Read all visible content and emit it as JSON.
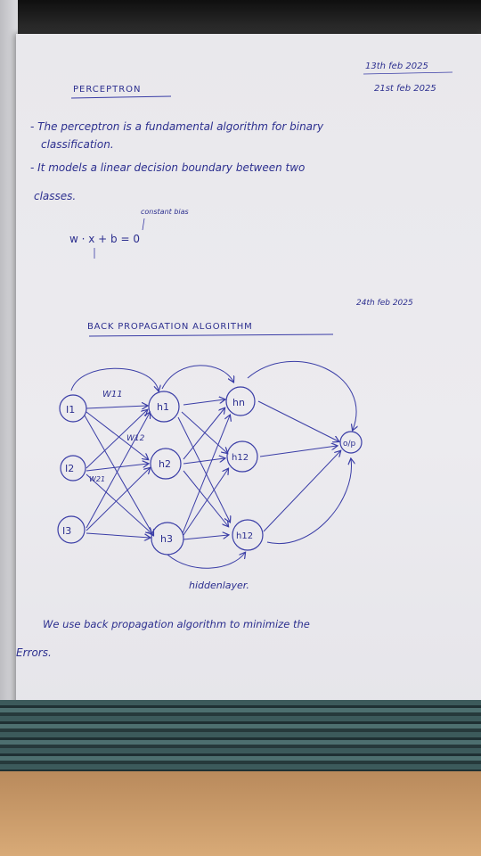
{
  "dates": {
    "first": "13th feb 2025",
    "second": "21st feb 2025",
    "third": "24th feb 2025"
  },
  "heading": "PERCEPTRON",
  "lines": {
    "line1": "- The perceptron is a fundamental algorithm for binary",
    "line2": "classification.",
    "line3": "- It models a linear decision boundary between two",
    "line4": "classes."
  },
  "equation": {
    "note": "constant bias",
    "text": "w · x + b = 0"
  },
  "section_title": "BACK PROPAGATION ALGORITHM",
  "diagram": {
    "inputs": [
      "I1",
      "I2",
      "I3"
    ],
    "hidden": [
      "h1",
      "h2",
      "h3",
      "hn",
      "h12",
      "h12"
    ],
    "output": "o/p",
    "weights": [
      "W11",
      "W12",
      "W21"
    ],
    "hidden_label": "hiddenlayer."
  },
  "closing": {
    "line1": "We use back propagation algorithm to minimize the",
    "line2": "Errors."
  },
  "colors": {
    "ink": "#2c2f8f",
    "paper": "#eae9ed"
  }
}
